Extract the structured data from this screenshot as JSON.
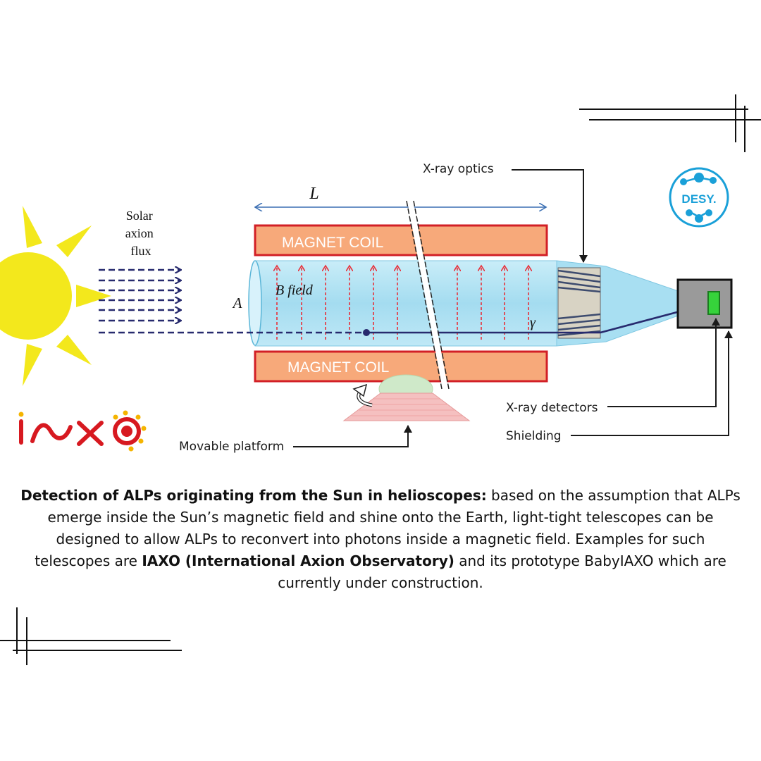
{
  "diagram": {
    "solar_flux_label": [
      "Solar",
      "axion",
      "flux"
    ],
    "length_symbol": "L",
    "area_symbol": "A",
    "field_label": "B field",
    "photon_symbol": "γ",
    "magnet_top_label": "MAGNET COIL",
    "magnet_bottom_label": "MAGNET COIL",
    "xray_optics_label": "X-ray optics",
    "xray_detectors_label": "X-ray detectors",
    "shielding_label": "Shielding",
    "platform_label": "Movable platform"
  },
  "logos": {
    "iaxo": "IAXO",
    "desy": "DESY."
  },
  "caption": {
    "bold_intro": "Detection of ALPs originating from the Sun in helioscopes:",
    "text_1": " based on the assumption that ALPs emerge inside the Sun’s magnetic field and shine onto the Earth, light-tight telescopes can be designed to allow ALPs to reconvert into photons inside a magnetic field. Examples for such telescopes are ",
    "bold_iaxo": "IAXO (International Axion Observatory)",
    "text_2": " and its prototype BabyIAXO which are currently under construction."
  },
  "colors": {
    "magnet_fill": "#f7a97a",
    "magnet_border": "#d21f26",
    "bore": "#a8dff2",
    "sun": "#f3e81c",
    "arrow_navy": "#272a6e",
    "field_arrow": "#e8303a",
    "iaxo_red": "#d71920",
    "iaxo_dot": "#f5b400",
    "desy_blue": "#1aa0d8"
  },
  "icons": [
    "sun-icon",
    "iaxo-logo",
    "desy-logo"
  ]
}
